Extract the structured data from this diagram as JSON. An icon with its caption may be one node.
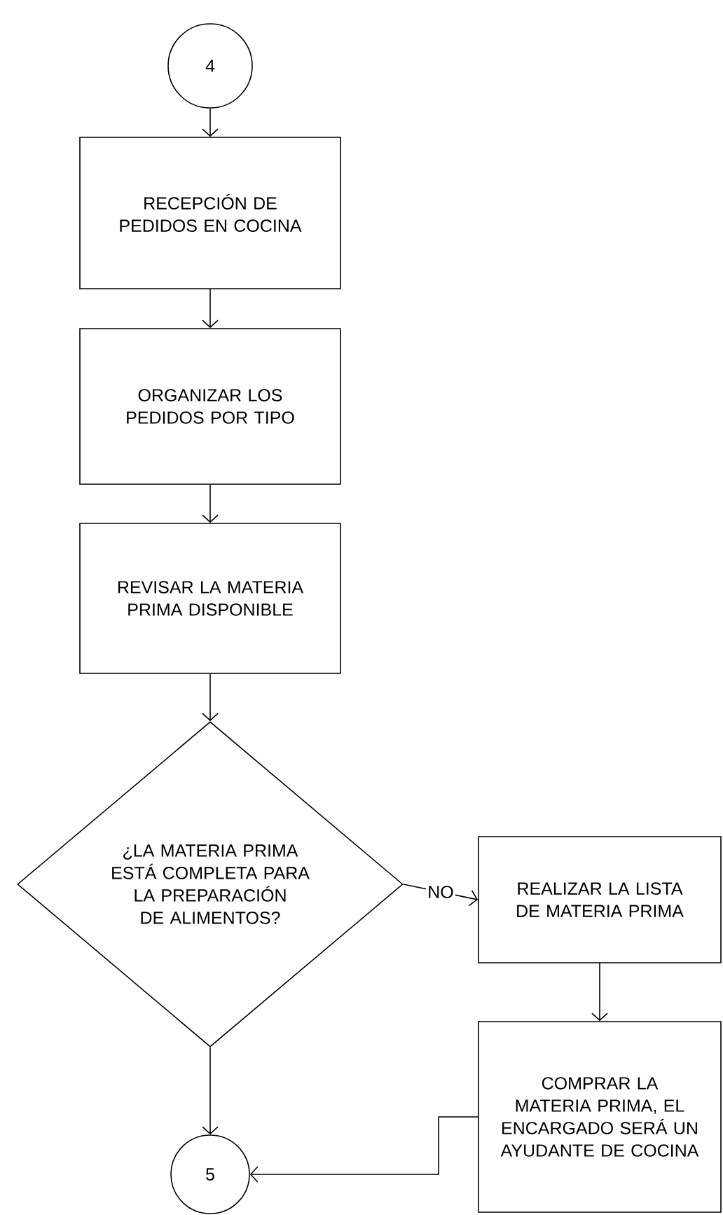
{
  "diagram": {
    "nodes": [
      {
        "text": [
          "4"
        ]
      },
      {
        "text": [
          "RECEPCIÓN DE PEDIDOS EN COCINA"
        ]
      },
      {
        "text": [
          "ORGANIZAR LOS PEDIDOS POR TIPO"
        ]
      },
      {
        "text": [
          "REVISAR LA MATERIA PRIMA DISPONIBLE"
        ]
      },
      {
        "text": [
          "¿LA MATERIA PRIMA ESTÁ COMPLETA PARA LA PREPARACIÓN DE ALIMENTOS?"
        ]
      },
      {
        "text": [
          "REALIZAR LA LISTA DE MATERIA PRIMA"
        ]
      },
      {
        "text": [
          "COMPRAR LA MATERIA PRIMA, EL ENCARGADO SERÁ UN AYUDANTE DE COCINA"
        ]
      },
      {
        "text": [
          "5"
        ]
      }
    ],
    "edges": [
      {
        "from": 0,
        "to": 1,
        "arrow": "to"
      },
      {
        "from": 1,
        "to": 2,
        "arrow": "to"
      },
      {
        "from": 2,
        "to": 3,
        "arrow": "to"
      },
      {
        "from": 3,
        "to": 4,
        "arrow": "to"
      },
      {
        "from": 4,
        "to": 5,
        "arrow": "to",
        "label": "NO"
      },
      {
        "from": 5,
        "to": 6,
        "arrow": "to"
      },
      {
        "from": 4,
        "to": 7,
        "arrow": "to"
      },
      {
        "from": 6,
        "to": 7,
        "arrow": "to"
      }
    ]
  }
}
